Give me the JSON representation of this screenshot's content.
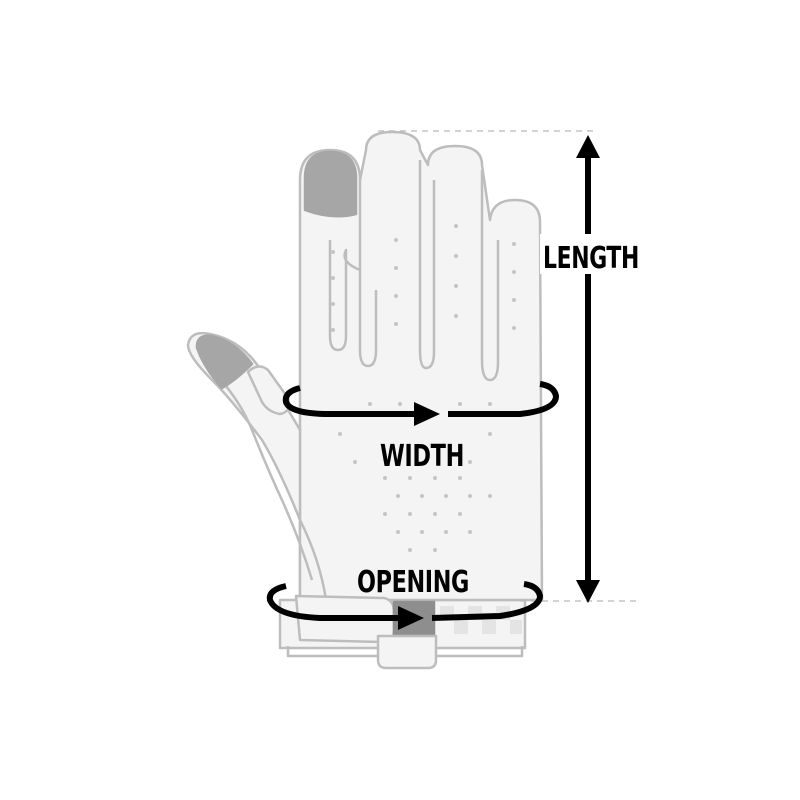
{
  "labels": {
    "length": "LENGTH",
    "width": "WIDTH",
    "opening": "OPENING"
  },
  "colors": {
    "glove_outline": "#bdbdbd",
    "glove_fill": "#f4f4f4",
    "fingertip_grey": "#a6a6a6",
    "cuff_strap_grey": "#8e8e8e",
    "arrow": "#000000",
    "guide_dashed": "#b8b8b8"
  }
}
